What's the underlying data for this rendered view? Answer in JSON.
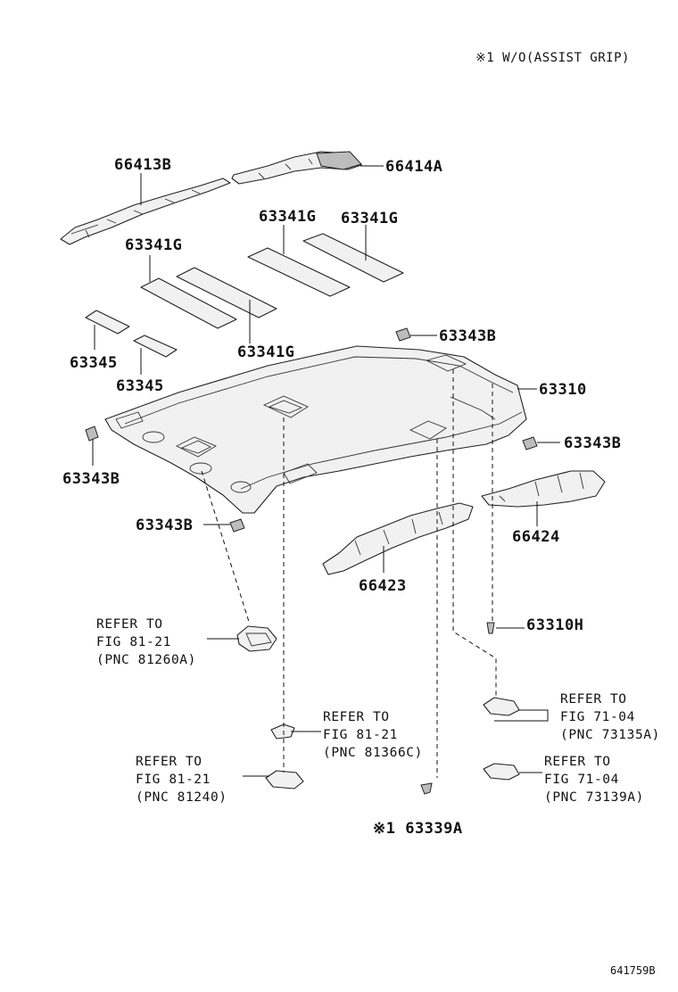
{
  "note": "※1  W/O(ASSIST GRIP)",
  "figure_code": "641759B",
  "callouts": {
    "p66413B": "66413B",
    "p66414A": "66414A",
    "p63341G_a": "63341G",
    "p63341G_b": "63341G",
    "p63341G_c": "63341G",
    "p63341G_d": "63341G",
    "p63345_a": "63345",
    "p63345_b": "63345",
    "p63343B_top": "63343B",
    "p63310": "63310",
    "p63343B_left": "63343B",
    "p63343B_right": "63343B",
    "p63343B_mid": "63343B",
    "p66424": "66424",
    "p66423": "66423",
    "p63310H": "63310H",
    "p63339A": "※1 63339A"
  },
  "refs": {
    "r81260A": {
      "line1": "REFER TO",
      "line2": "FIG 81-21",
      "line3": "(PNC 81260A)"
    },
    "r81366C": {
      "line1": "REFER TO",
      "line2": "FIG 81-21",
      "line3": "(PNC 81366C)"
    },
    "r81240": {
      "line1": "REFER TO",
      "line2": "FIG 81-21",
      "line3": "(PNC 81240)"
    },
    "r73135A": {
      "line1": "REFER TO",
      "line2": "FIG 71-04",
      "line3": "(PNC 73135A)"
    },
    "r73139A": {
      "line1": "REFER TO",
      "line2": "FIG 71-04",
      "line3": "(PNC 73139A)"
    }
  }
}
